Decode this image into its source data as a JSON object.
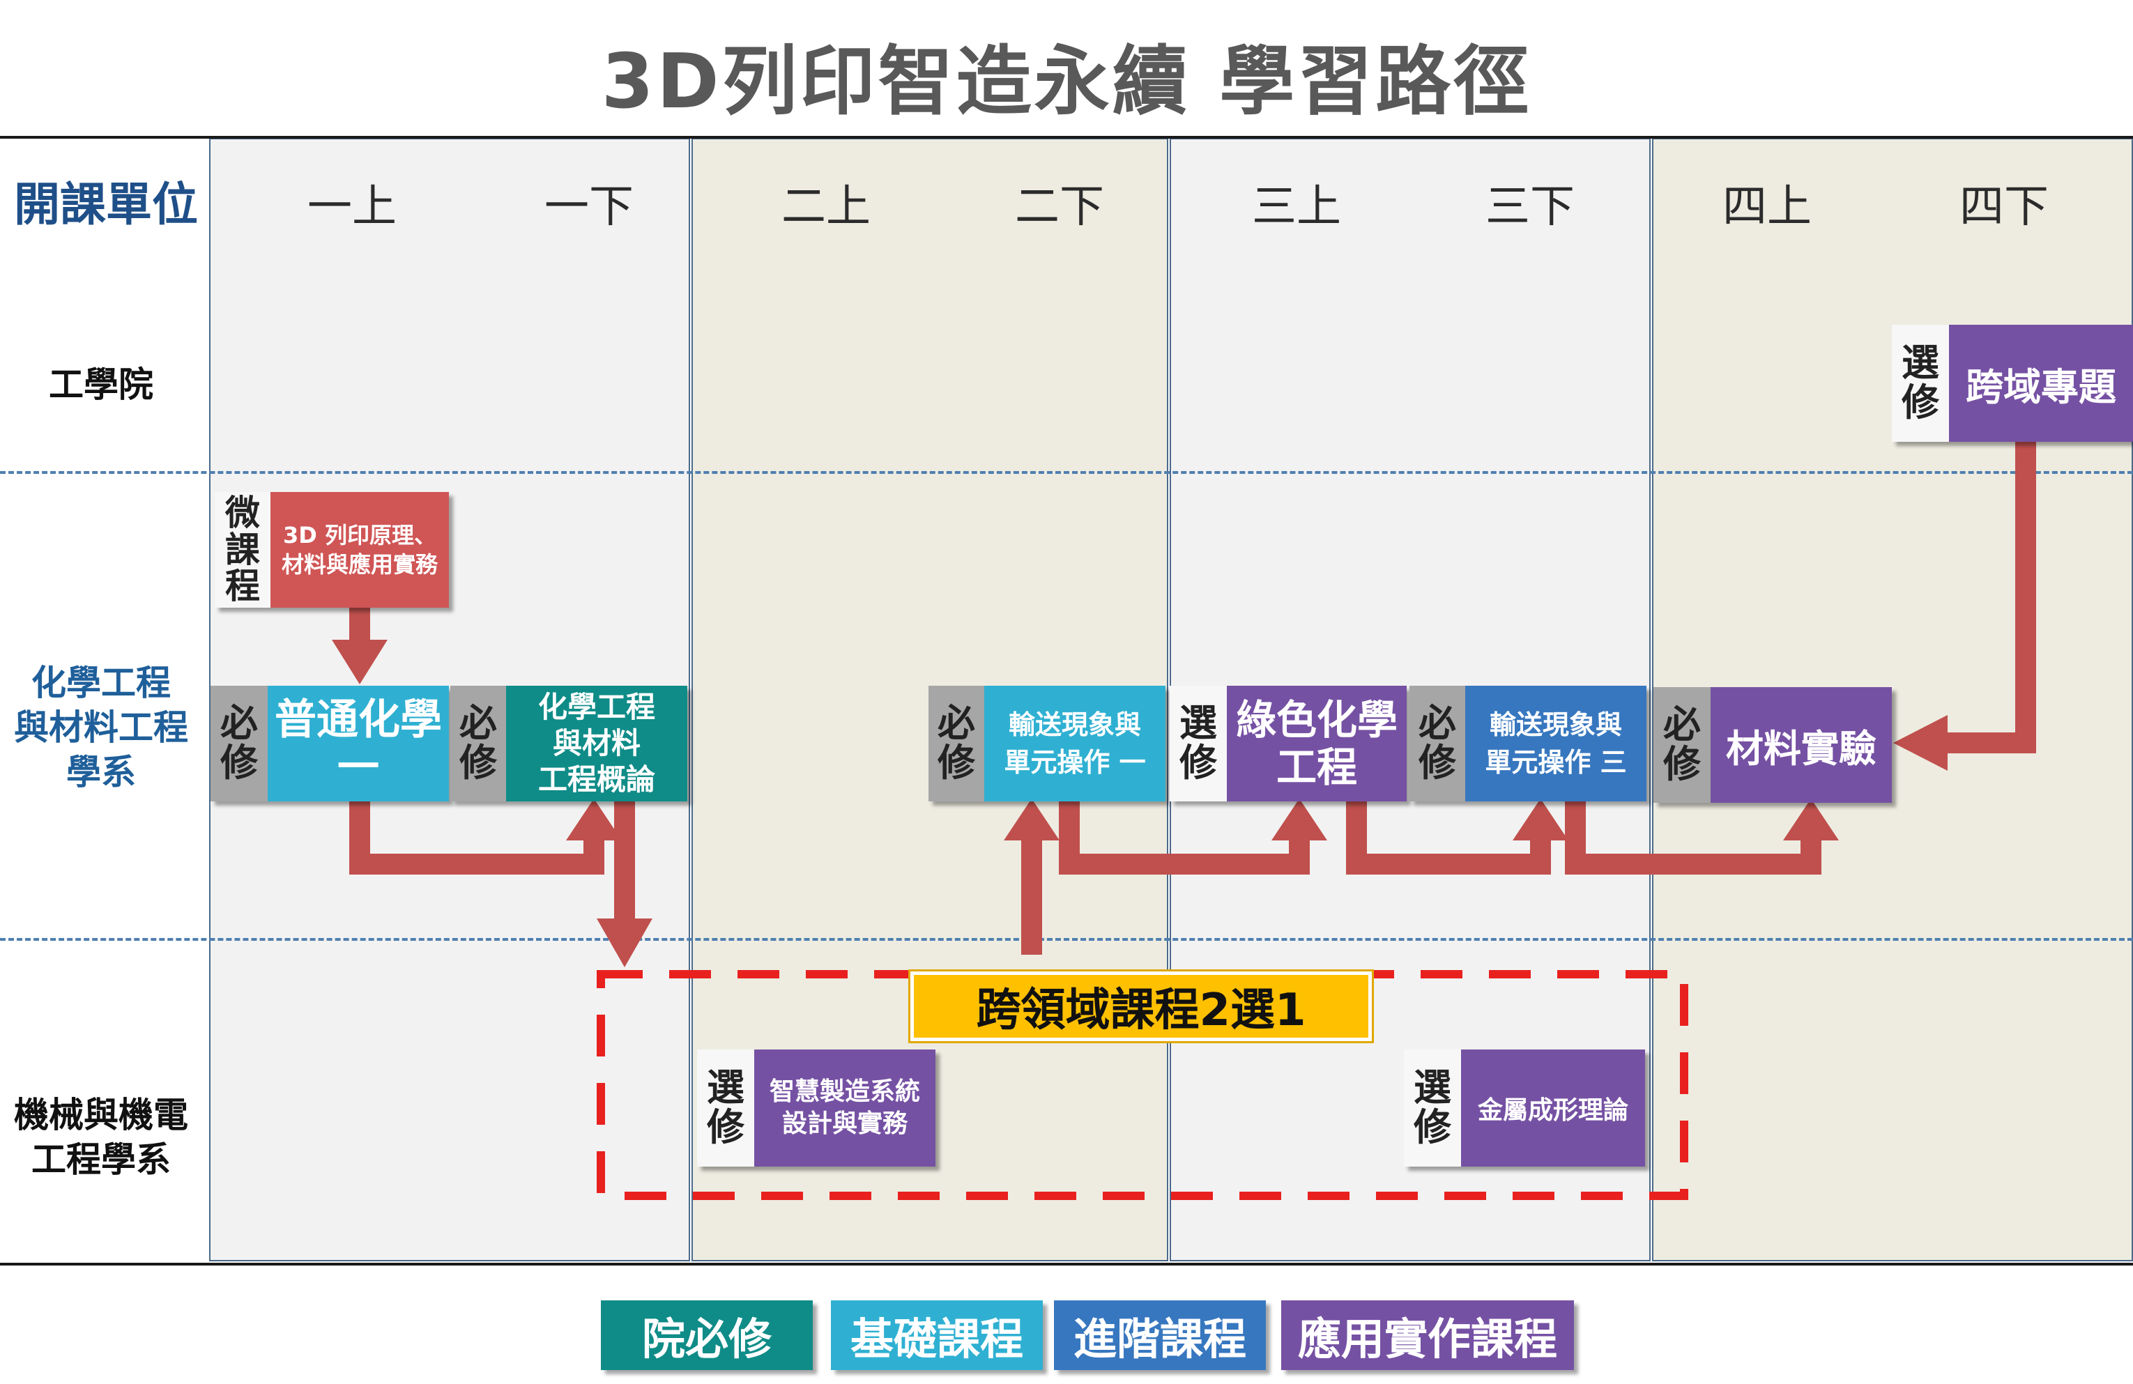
{
  "title": "3D列印智造永續  學習路徑",
  "header": {
    "unit_label": "開課單位",
    "terms": [
      "一上",
      "一下",
      "二上",
      "二下",
      "三上",
      "三下",
      "四上",
      "四下"
    ]
  },
  "units": {
    "college": "工學院",
    "chem": "化學工程\n與材料工程\n學系",
    "mech": "機械與機電\n工程學系"
  },
  "tags": {
    "micro": "微課程",
    "required": "必修",
    "elective": "選修"
  },
  "courses": {
    "cross_domain_project": "跨域專題",
    "printing_3d": "3D 列印原理、\n材料與應用實務",
    "general_chem": "普通化學\n一",
    "intro_chem_eng": "化學工程\n與材料\n工程概論",
    "transport_1": "輸送現象與\n單元操作 一",
    "green_chem": "綠色化學\n工程",
    "transport_3": "輸送現象與\n單元操作 三",
    "materials_lab": "材料實驗",
    "smart_mfg": "智慧製造系統\n設計與實務",
    "metal_forming": "金屬成形理論"
  },
  "cross_domain_label": "跨領域課程2選1",
  "legend": [
    "院必修",
    "基礎課程",
    "進階課程",
    "應用實作課程"
  ],
  "colors": {
    "college_required": "#0f8c88",
    "basic": "#2fb0d2",
    "advanced": "#3777bf",
    "applied": "#7551a3",
    "micro": "#d05555",
    "arrow": "#c0504d",
    "dashed_box": "#e8211f",
    "highlight": "#ffc000"
  }
}
